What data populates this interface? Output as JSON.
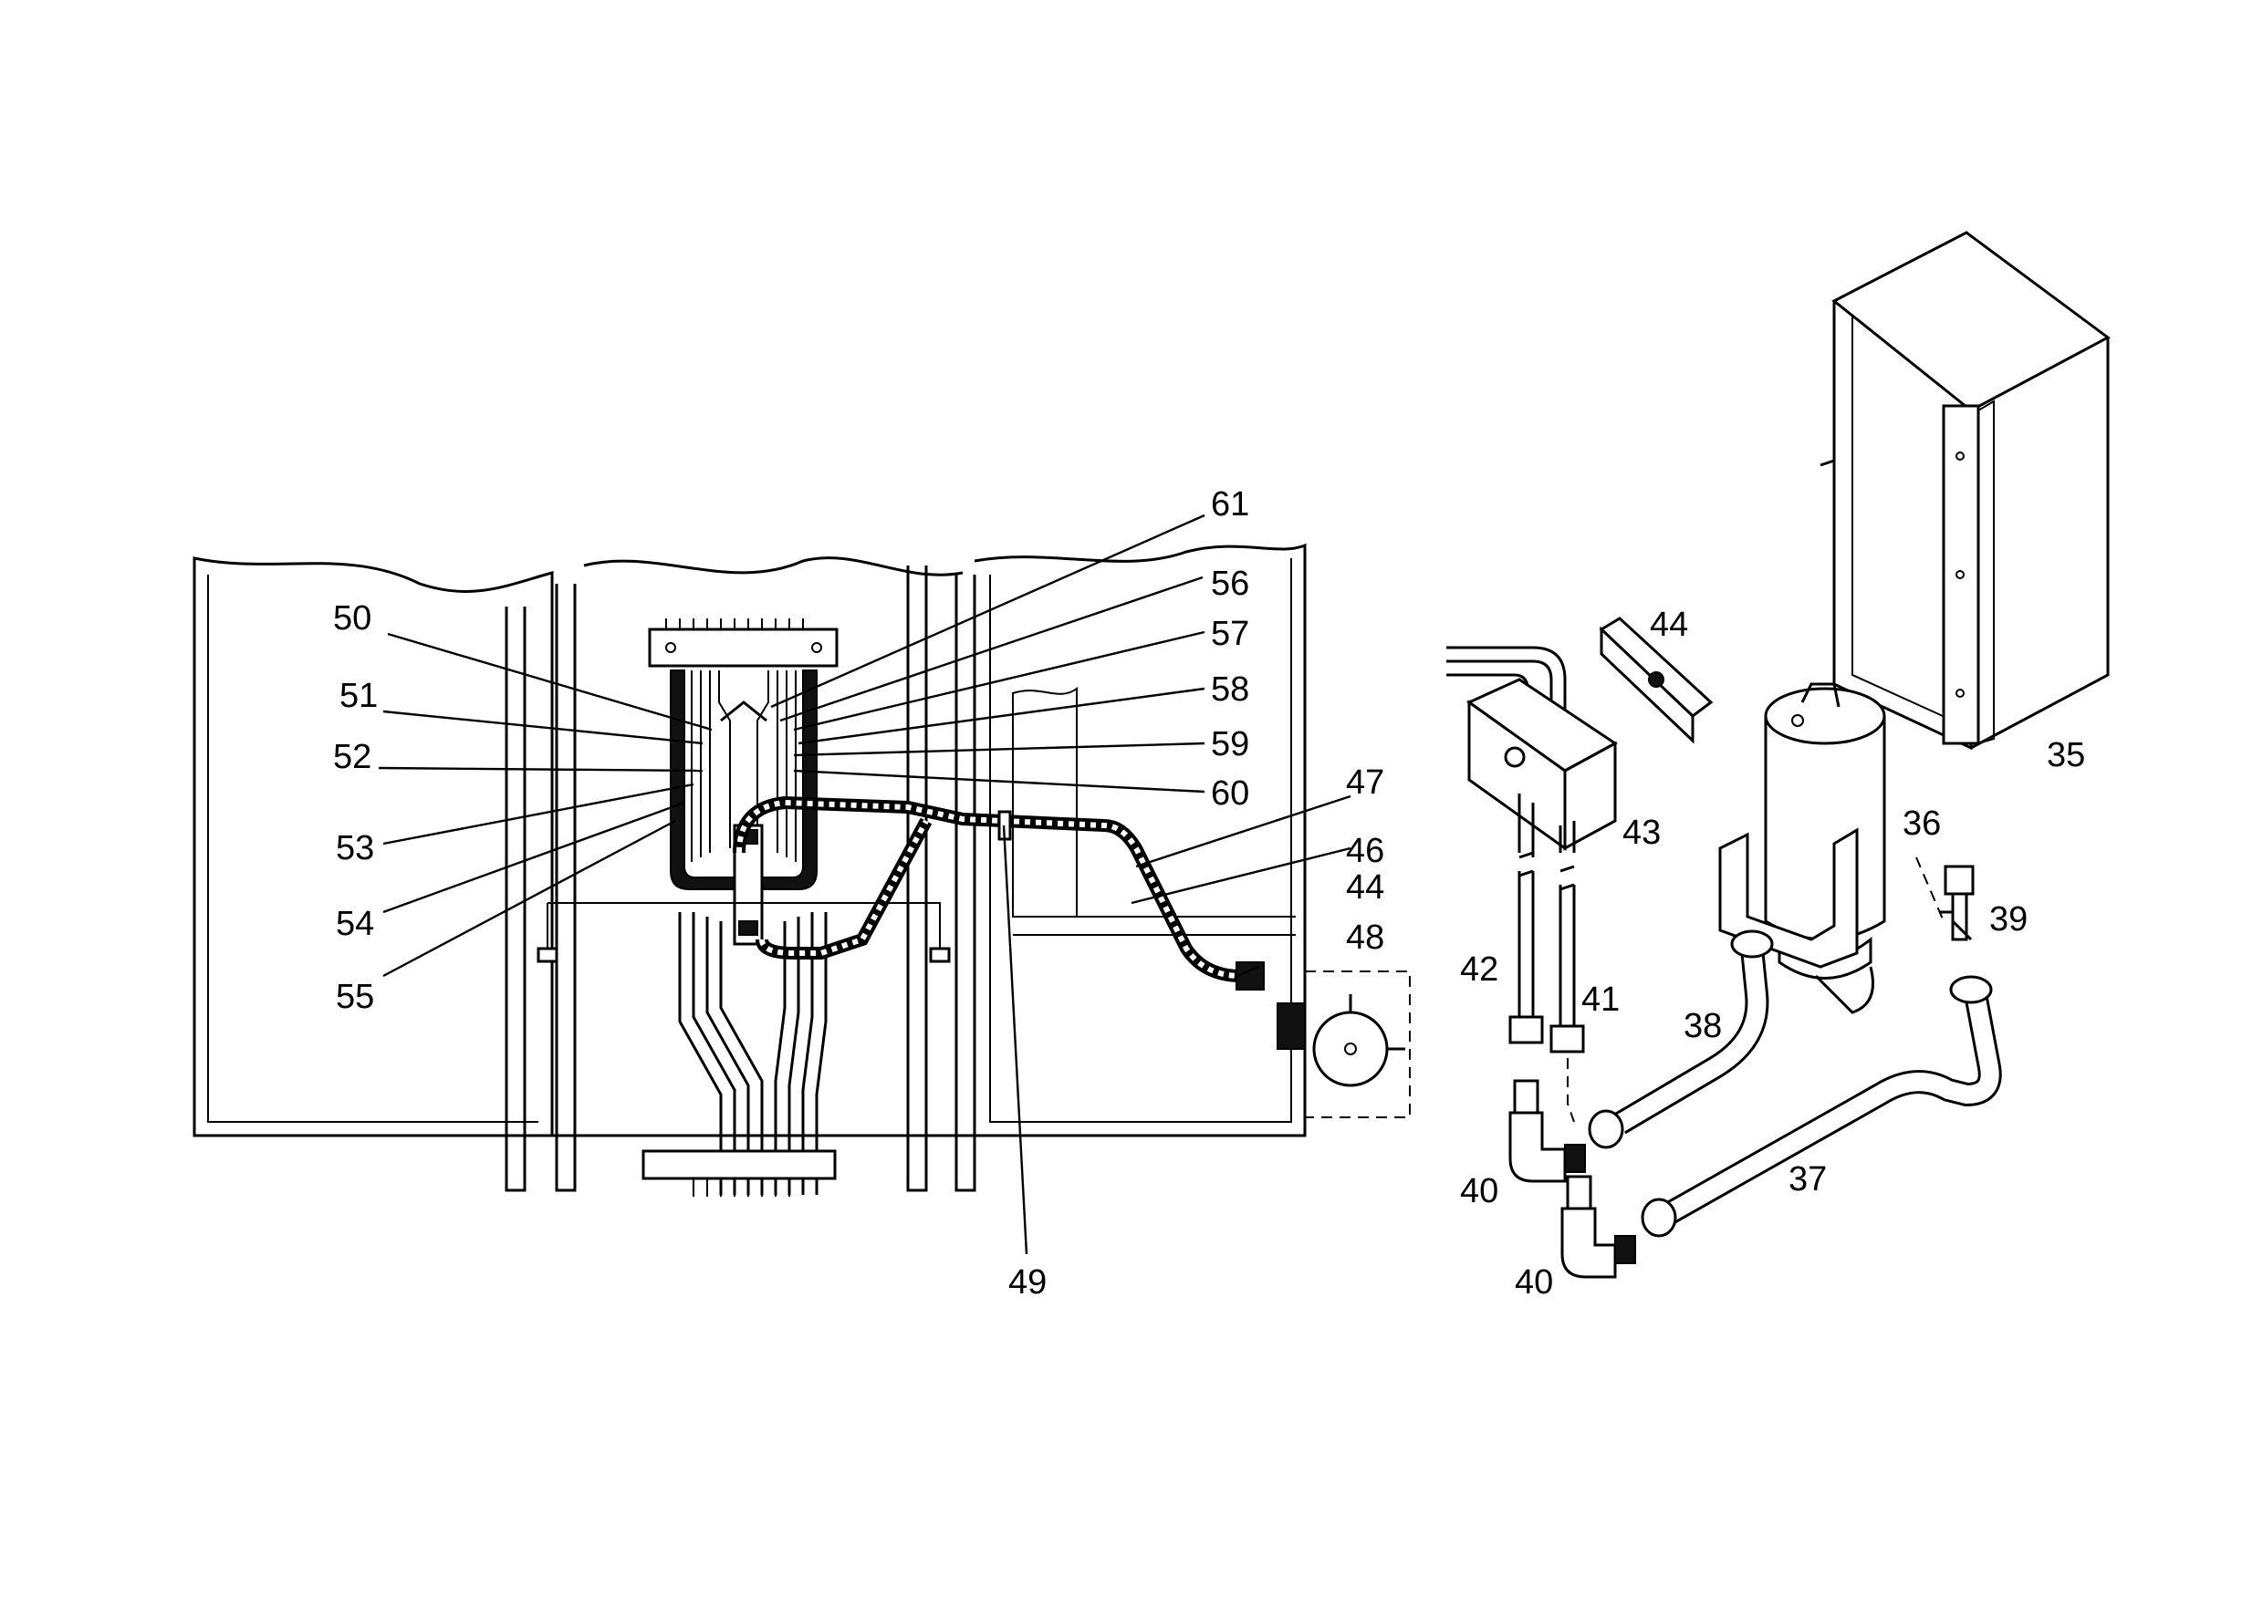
{
  "callouts": [
    {
      "id": "c61",
      "text": "61"
    },
    {
      "id": "c56",
      "text": "56"
    },
    {
      "id": "c57",
      "text": "57"
    },
    {
      "id": "c58",
      "text": "58"
    },
    {
      "id": "c59",
      "text": "59"
    },
    {
      "id": "c60",
      "text": "60"
    },
    {
      "id": "c50",
      "text": "50"
    },
    {
      "id": "c51",
      "text": "51"
    },
    {
      "id": "c52",
      "text": "52"
    },
    {
      "id": "c53",
      "text": "53"
    },
    {
      "id": "c54",
      "text": "54"
    },
    {
      "id": "c55",
      "text": "55"
    },
    {
      "id": "c47",
      "text": "47"
    },
    {
      "id": "c46",
      "text": "46"
    },
    {
      "id": "c44a",
      "text": "44"
    },
    {
      "id": "c48",
      "text": "48"
    },
    {
      "id": "c49",
      "text": "49"
    },
    {
      "id": "c44b",
      "text": "44"
    },
    {
      "id": "c43",
      "text": "43"
    },
    {
      "id": "c42",
      "text": "42"
    },
    {
      "id": "c41",
      "text": "41"
    },
    {
      "id": "c40a",
      "text": "40"
    },
    {
      "id": "c40b",
      "text": "40"
    },
    {
      "id": "c38",
      "text": "38"
    },
    {
      "id": "c37",
      "text": "37"
    },
    {
      "id": "c36",
      "text": "36"
    },
    {
      "id": "c39",
      "text": "39"
    },
    {
      "id": "c35",
      "text": "35"
    }
  ]
}
